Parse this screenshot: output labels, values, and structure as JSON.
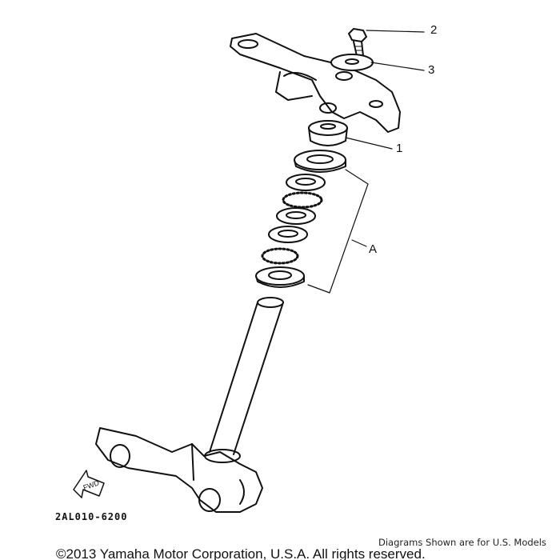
{
  "diagram": {
    "callouts": [
      {
        "id": "2",
        "label": "2"
      },
      {
        "id": "3",
        "label": "3"
      },
      {
        "id": "1",
        "label": "1"
      },
      {
        "id": "A",
        "label": "A"
      }
    ],
    "fwd_label": "FWD",
    "diagram_code": "2AL010-6200"
  },
  "footer": {
    "copyright": "©2013 Yamaha Motor Corporation, U.S.A. All rights reserved.",
    "note": "Diagrams Shown are for U.S. Models"
  }
}
